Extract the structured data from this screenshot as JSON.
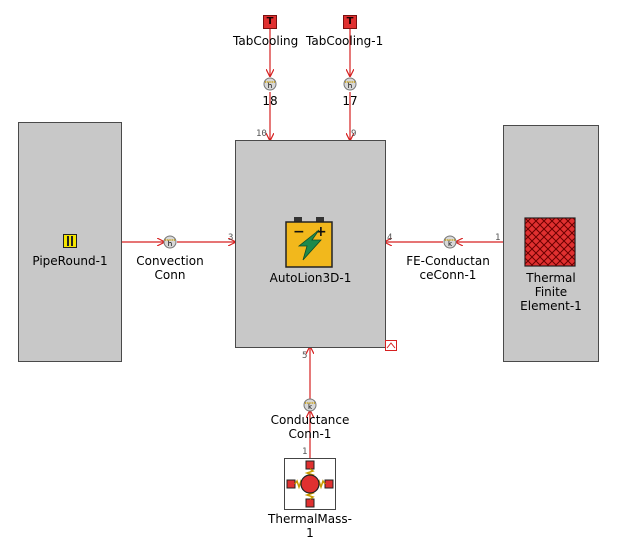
{
  "blocks": {
    "pipe": {
      "label": "PipeRound-1"
    },
    "autolion": {
      "label": "AutoLion3D-1"
    },
    "thermal_fe": {
      "label": "Thermal\nFinite\nElement-1"
    },
    "thermal_mass": {
      "label": "ThermalMass-\n1"
    }
  },
  "connections": {
    "convection": {
      "label": "Convection\nConn",
      "badge": "h"
    },
    "fe_conductance": {
      "label": "FE-Conductan\nceConn-1",
      "badge": "k"
    },
    "conductance": {
      "label": "Conductance\nConn-1",
      "badge": "k"
    },
    "tab_left": {
      "badge": "h",
      "number": "18"
    },
    "tab_right": {
      "badge": "h",
      "number": "17"
    }
  },
  "sources": {
    "tab_cooling": {
      "label": "TabCooling",
      "icon_text": "T"
    },
    "tab_cooling_1": {
      "label": "TabCooling-1",
      "icon_text": "T"
    }
  },
  "ports": {
    "auto_top_left": "10",
    "auto_top_right": "9",
    "auto_left": "3",
    "auto_right": "4",
    "auto_bottom": "5",
    "fe_left": "1",
    "mass_top": "1"
  },
  "colors": {
    "wire": "#d62020",
    "block_fill": "#c8c8c8",
    "battery": "#f2b81c",
    "hatch": "#e03030"
  }
}
